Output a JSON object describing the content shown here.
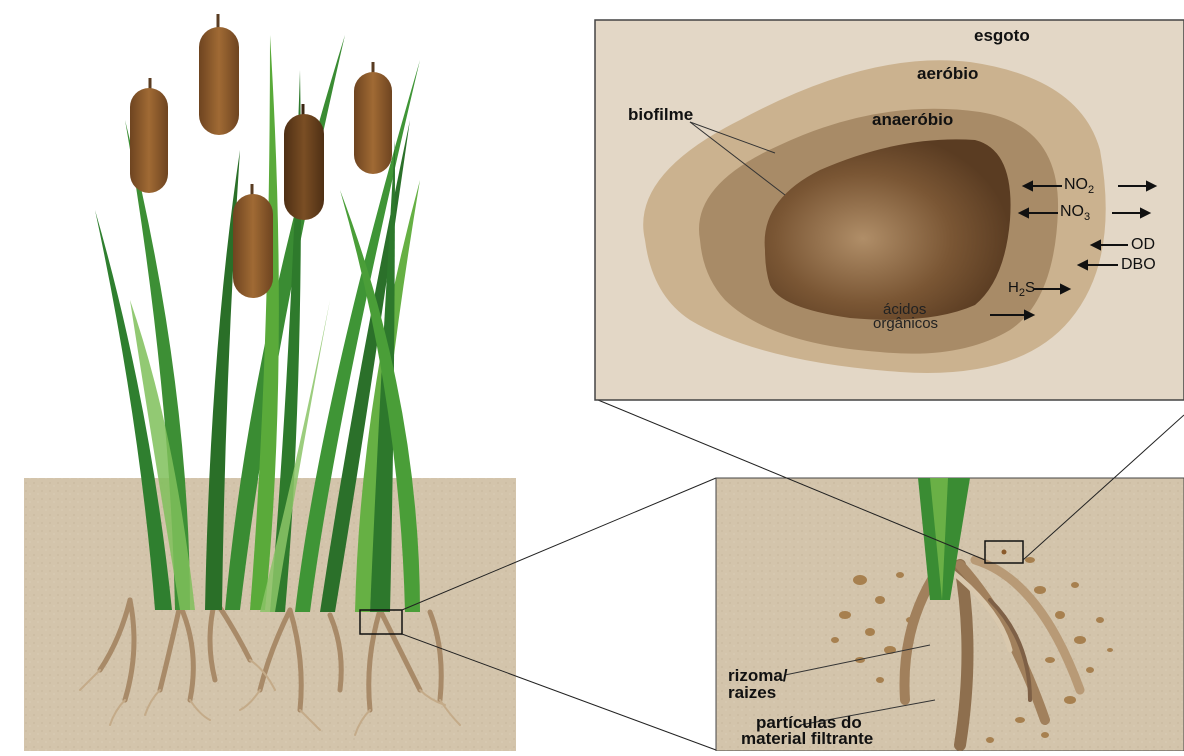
{
  "labels": {
    "esgoto": "esgoto",
    "aerobio": "aeróbio",
    "anaerobio": "anaeróbio",
    "biofilme": "biofilme",
    "no2_base": "NO",
    "no2_sub": "2",
    "no3_base": "NO",
    "no3_sub": "3",
    "od": "OD",
    "dbo": "DBO",
    "h2s_h": "H",
    "h2s_sub": "2",
    "h2s_s": "S",
    "acidos_line1": "ácidos",
    "acidos_line2": "orgânicos",
    "rizoma_line1": "rizoma/",
    "rizoma_line2": "raizes",
    "particulas_line1": "partículas do",
    "particulas_line2": "material filtrante"
  },
  "colors": {
    "soil": "#d2c3aa",
    "panel_bg": "#e3d7c6",
    "biofilm_outer": "#c9b08c",
    "biofilm_inner": "#a88b66",
    "core": "#6b4a2c",
    "leaf_dark": "#2e7d2e",
    "leaf_light": "#5fae3c",
    "cattail": "#8a5a2b",
    "root": "#a88a68"
  }
}
